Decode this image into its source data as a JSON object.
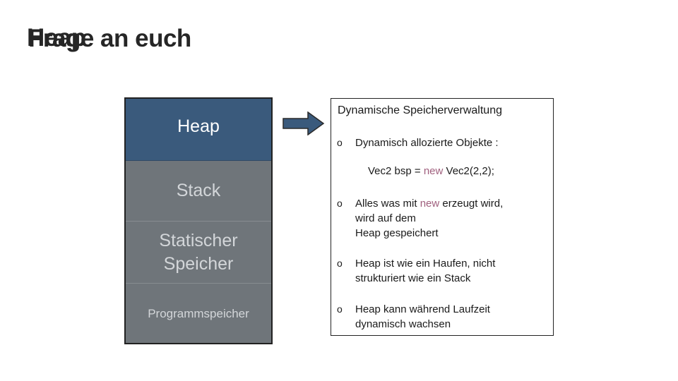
{
  "title": {
    "layer_a": "Heap",
    "layer_b": "Frage an euch"
  },
  "memory": {
    "heap": "Heap",
    "stack": "Stack",
    "static_line1": "Statischer",
    "static_line2": "Speicher",
    "program": "Programmspeicher"
  },
  "box": {
    "title": "Dynamische Speicherverwaltung",
    "bullet_symbol": "o",
    "item1": "Dynamisch allozierte Objekte :",
    "code_before": "Vec2 bsp = ",
    "code_keyword": "new",
    "code_after": " Vec2(2,2);",
    "item2_before": "Alles was mit ",
    "item2_keyword": "new",
    "item2_after": " erzeugt wird,",
    "item2_line2": "wird auf dem",
    "item2_line3": "Heap gespeichert",
    "item3_line1": "Heap ist wie ein Haufen, nicht",
    "item3_line2": "strukturiert wie ein Stack",
    "item4_line1": "Heap kann während Laufzeit",
    "item4_line2": "dynamisch wachsen"
  },
  "colors": {
    "heap_fill": "#3a5a7c",
    "segment_fill": "#6f757a",
    "arrow_fill": "#3a5a7c",
    "keyword": "#a0607e"
  },
  "icons": {
    "arrow": "right-arrow-icon"
  }
}
